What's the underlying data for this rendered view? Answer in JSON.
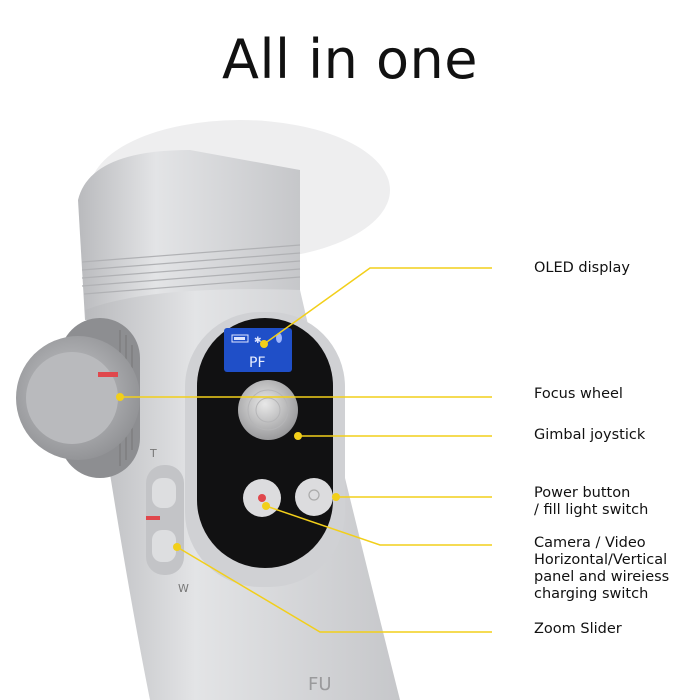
{
  "title": "All in one",
  "colors": {
    "leader_line": "#f2cf1a",
    "body": "#d4d5d8",
    "panel": "#0f0f10",
    "screen": "#1f4fc8",
    "accent_red": "#e0474c"
  },
  "oled": {
    "mode": "PF"
  },
  "device_marks": {
    "tele": "T",
    "wide": "W",
    "brand_partial": "FU"
  },
  "callouts": [
    {
      "id": "oled-display",
      "lines": [
        "OLED display"
      ]
    },
    {
      "id": "focus-wheel",
      "lines": [
        "Focus wheel"
      ]
    },
    {
      "id": "gimbal-joystick",
      "lines": [
        "Gimbal joystick"
      ]
    },
    {
      "id": "power-button",
      "lines": [
        "Power button",
        "/ fill light switch"
      ]
    },
    {
      "id": "camera-video-switch",
      "lines": [
        "Camera / Video",
        "Horizontal/Vertical",
        "panel and wireiess",
        "charging switch"
      ]
    },
    {
      "id": "zoom-slider",
      "lines": [
        "Zoom Slider"
      ]
    }
  ]
}
